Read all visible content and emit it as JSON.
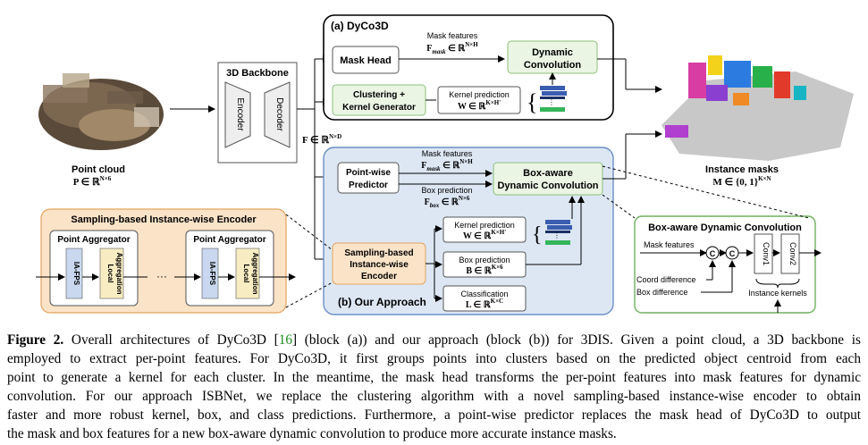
{
  "figure": {
    "point_cloud": {
      "label": "Point cloud",
      "math": "P ∈ ℝ",
      "sup": "N×6"
    },
    "backbone": {
      "title": "3D Backbone",
      "encoder": "Encoder",
      "decoder": "Decoder",
      "feat_math": "F ∈ ℝ",
      "feat_sup": "N×D"
    },
    "dyco3d": {
      "title": "(a) DyCo3D",
      "mask_head": "Mask Head",
      "mask_features_label": "Mask features",
      "mask_features_math": "F",
      "mask_features_sub": "mask",
      "mask_features_dom": " ∈ ℝ",
      "mask_features_sup": "N×H",
      "dynamic_conv": [
        "Dynamic",
        "Convolution"
      ],
      "clustering": [
        "Clustering +",
        "Kernel Generator"
      ],
      "kernel_pred_label": "Kernel prediction",
      "kernel_pred_math": "W ∈ ℝ",
      "kernel_pred_sup": "K×H'"
    },
    "ours": {
      "title": "(b) Our Approach",
      "pointwise": [
        "Point-wise",
        "Predictor"
      ],
      "mask_features_label": "Mask features",
      "box_features_label": "Box prediction",
      "box_features_math": "F",
      "box_features_sub": "box",
      "box_features_dom": " ∈ ℝ",
      "box_features_sup": "N×6",
      "boxaware": [
        "Box-aware",
        "Dynamic Convolution"
      ],
      "sampling": [
        "Sampling-based",
        "Instance-wise",
        "Encoder"
      ],
      "kernel_pred_label": "Kernel prediction",
      "box_pred_label": "Box prediction",
      "box_pred_math": "B ∈ ℝ",
      "box_pred_sup": "K×6",
      "class_label": "Classification",
      "class_math": "L ∈ ℝ",
      "class_sup": "K×C"
    },
    "instance_masks": {
      "label": "Instance masks",
      "math": "M ∈ {0, 1}",
      "sup": "K×N"
    },
    "encoder_panel": {
      "title": "Sampling-based Instance-wise Encoder",
      "aggregator": "Point Aggregator",
      "iafps": "IA-FPS",
      "local_agg": [
        "Local",
        "Aggregation"
      ],
      "ellipsis": "···"
    },
    "bdc_panel": {
      "title": "Box-aware Dynamic Convolution",
      "mask_features": "Mask features",
      "coord_diff": "Coord difference",
      "box_diff": "Box difference",
      "conv1": "Conv1",
      "conv2": "Conv2",
      "instance_kernels": "Instance kernels",
      "concat": "C"
    }
  },
  "caption": {
    "label": "Figure 2.",
    "cite": "16",
    "lines": [
      [
        "Overall architectures of DyCo3D [",
        "] (block (a)) and our approach (block (b)) for 3DIS. Given a point cloud, a 3D backbone is"
      ],
      "employed to extract per-point features. For DyCo3D, it first groups points into clusters based on the predicted object centroid from each",
      "point to generate a kernel for each cluster. In the meantime, the mask head transforms the per-point features into mask features for dynamic",
      "convolution. For our approach ISBNet, we replace the clustering algorithm with a novel sampling-based instance-wise encoder to obtain",
      "faster and more robust kernel, box, and class predictions. Furthermore, a point-wise predictor replaces the mask head of DyCo3D to output",
      "the mask and box features for a new box-aware dynamic convolution to produce more accurate instance masks."
    ]
  },
  "colors": {
    "dyco_green": "#eaf5e4",
    "dyco_green_border": "#8cc07a",
    "ours_blue": "#dde7f4",
    "ours_blue_border": "#6b8fc4",
    "encoder_orange": "#fbe3c8",
    "encoder_orange_border": "#e3a45f",
    "bdc_green_border": "#70b060",
    "iafps_blue": "#c9d8ef",
    "localagg_yellow": "#f8edc2"
  }
}
